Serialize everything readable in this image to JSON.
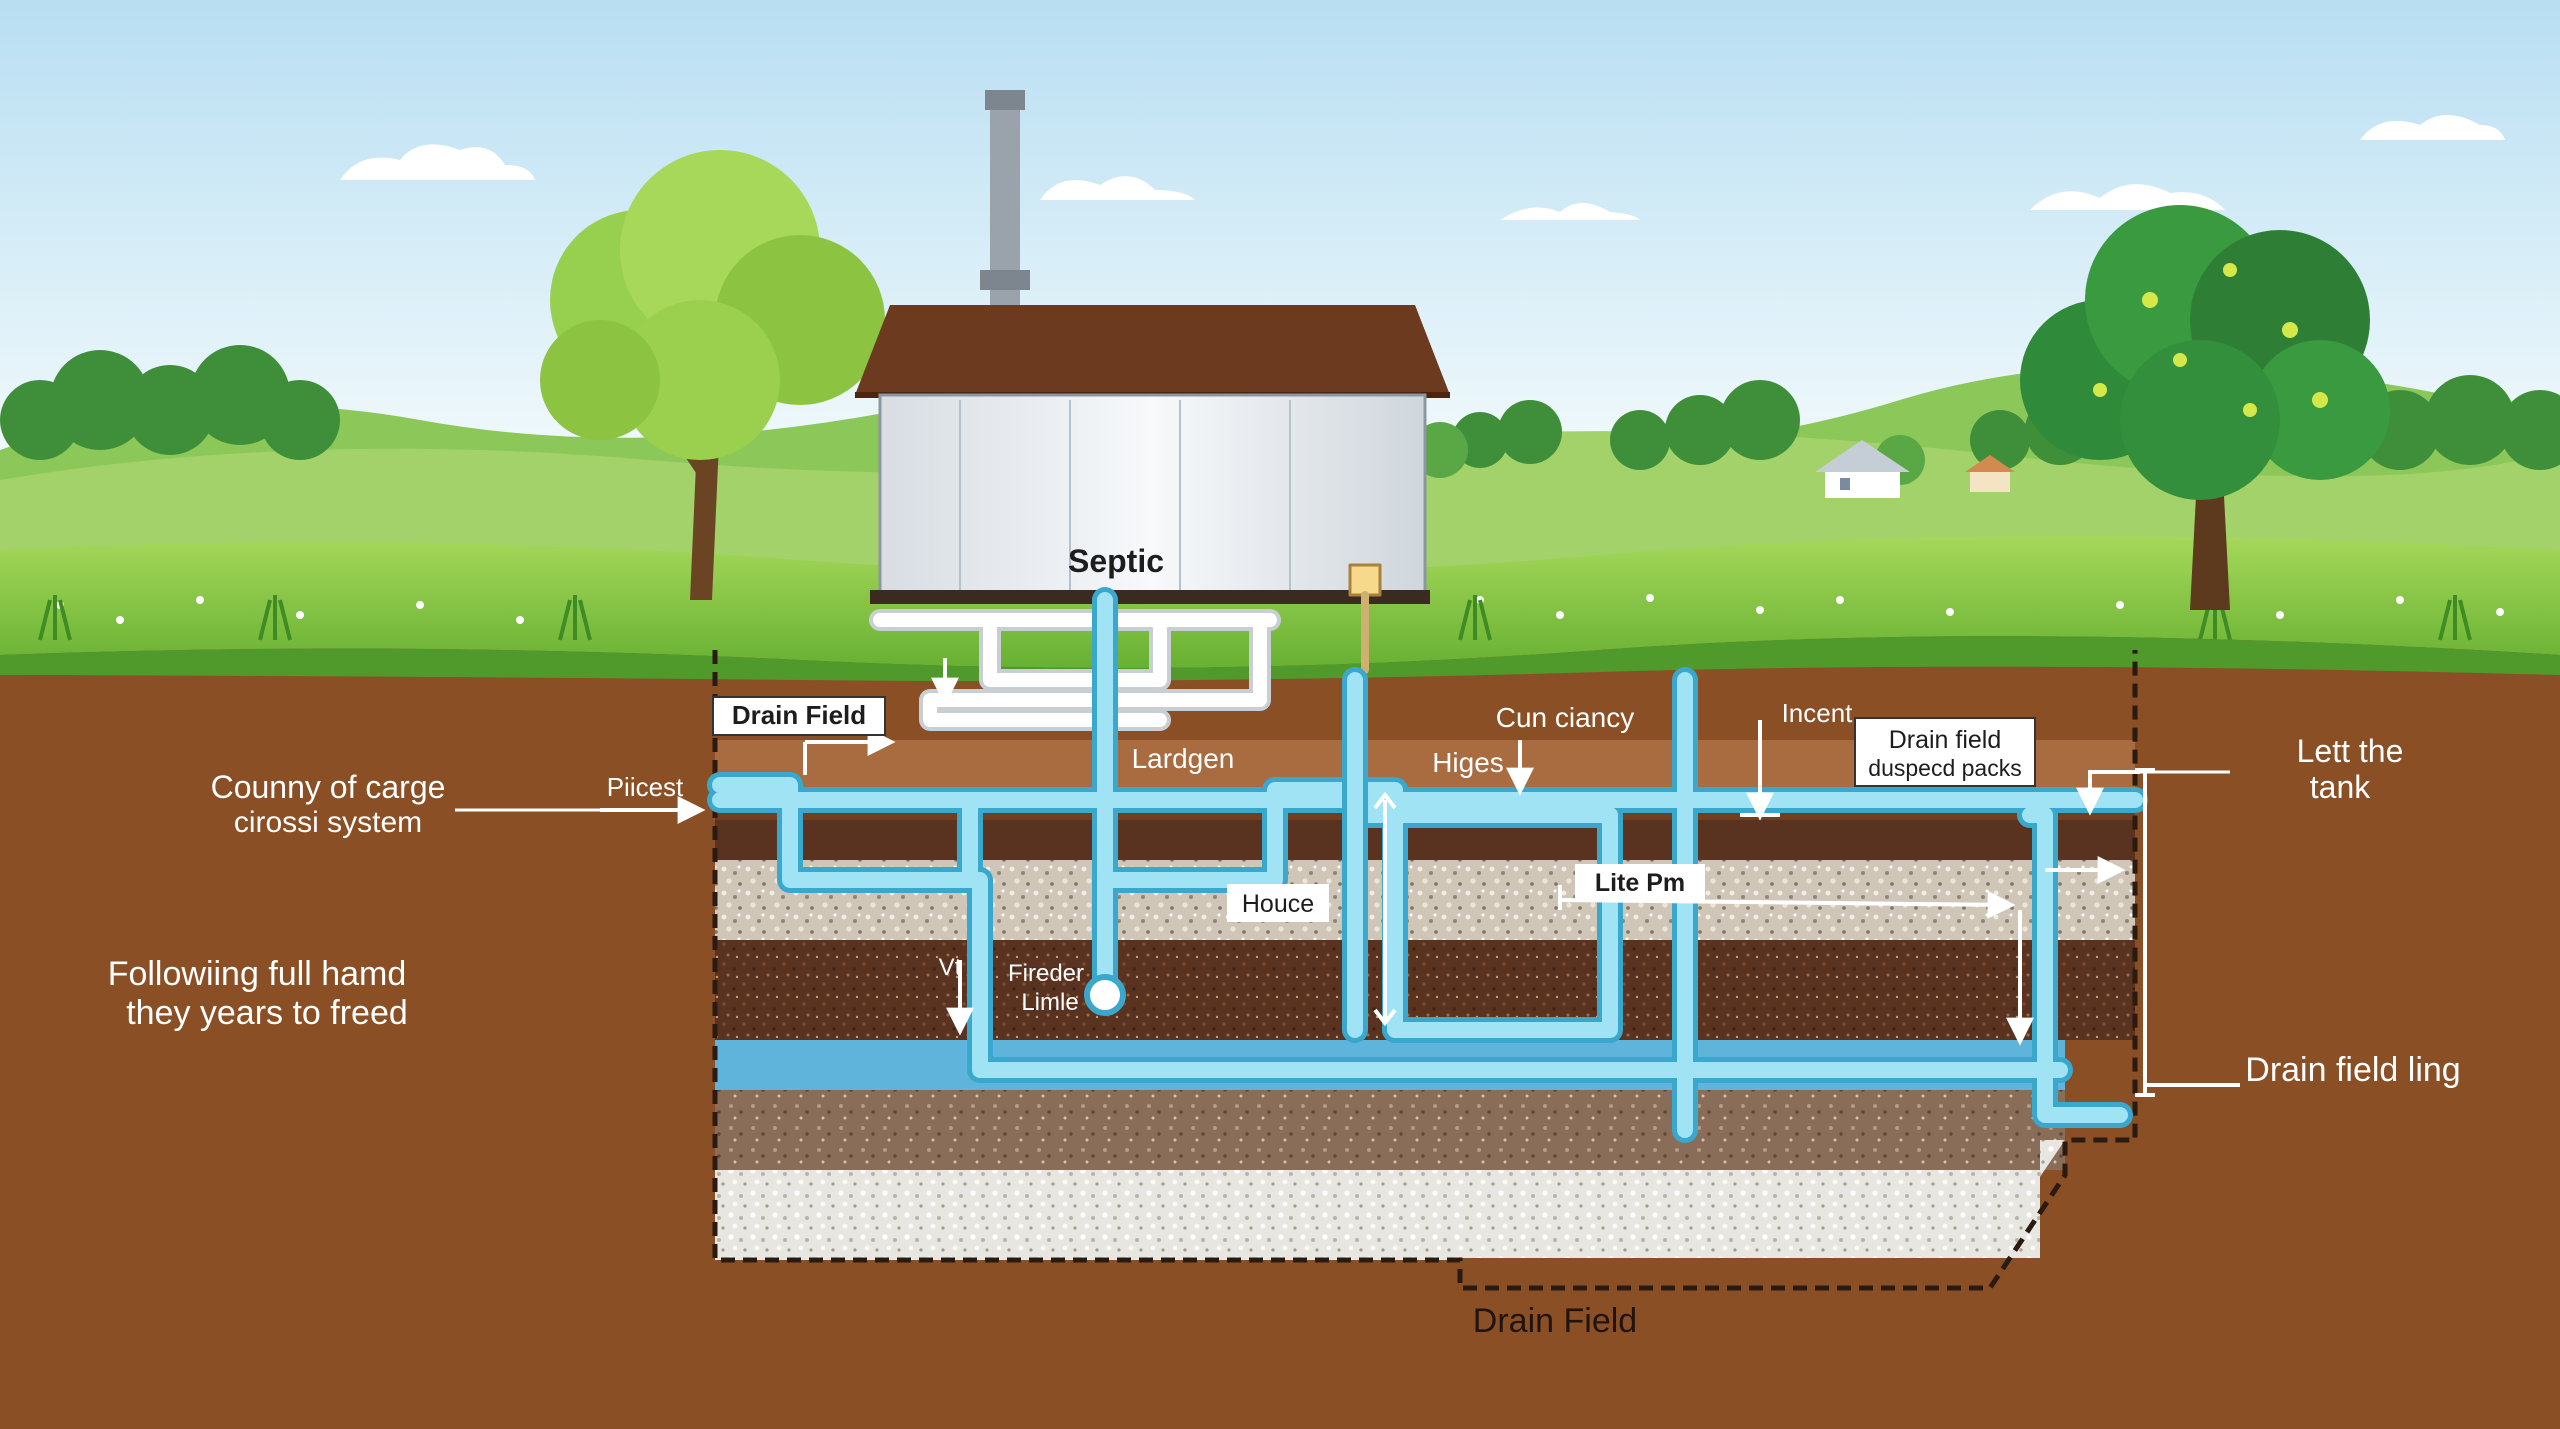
{
  "diagram": {
    "subject": "Septic system cross-section",
    "colors": {
      "sky_top": "#bfe3f3",
      "sky_bottom": "#eef8fb",
      "grass": "#6fbf3a",
      "soil": "#8a4e24",
      "pipe": "#7fd6ee",
      "pipe_edge": "#3aa7cc",
      "water": "#58bfe6",
      "roof": "#6b3a1f",
      "tank": "#eef1f4"
    },
    "labels": {
      "septic": "Septic",
      "drain_field_box": "Drain Field",
      "piicest": "Piicest",
      "left_desc_line1": "Counny of carge",
      "left_desc_line2": "cirossi system",
      "left_note_line1": "Followiing full hamd",
      "left_note_line2": "they years to freed",
      "lardgen": "Lardgen",
      "cun_ciancy": "Cun ciancy",
      "higes": "Higes",
      "incent": "Incent",
      "drain_field_packs_line1": "Drain field",
      "drain_field_packs_line2": "duspecd packs",
      "let_tank_line1": "Lett the",
      "let_tank_line2": "tank",
      "houce": "Houce",
      "lite_pm": "Lite  Pm",
      "vt": "Vt",
      "fireder_line1": "Fireder",
      "fireder_line2": "Limle",
      "drain_field_ling": "Drain field  ling",
      "drain_field_bottom": "Drain  Field"
    }
  }
}
